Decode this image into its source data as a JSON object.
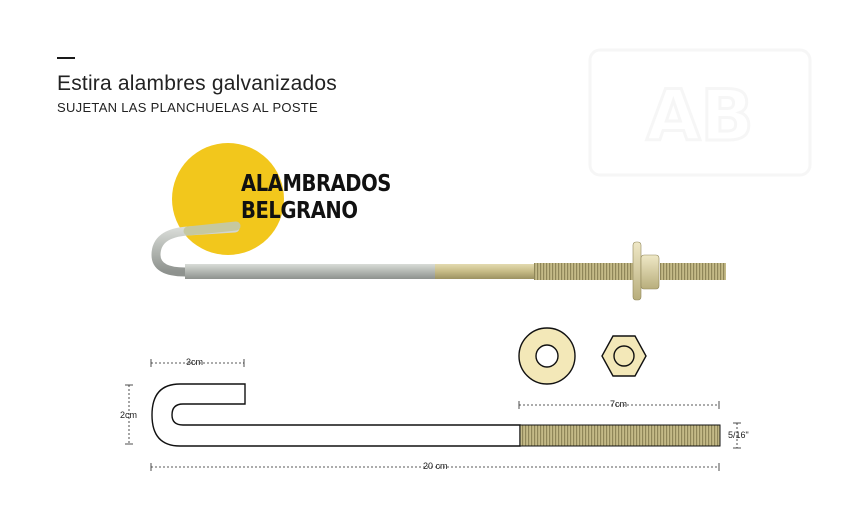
{
  "header": {
    "title": "Estira alambres galvanizados",
    "subtitle": "SUJETAN LAS PLANCHUELAS AL POSTE"
  },
  "brand": {
    "line1": "ALAMBRADOS",
    "line2": "BELGRANO",
    "circle_color": "#f2c71c"
  },
  "dimensions": {
    "hook_width": "3cm",
    "hook_height": "2cm",
    "thread_length": "7cm",
    "diameter": "5/16\"",
    "total_length": "20 cm"
  },
  "icons": [
    "washer-icon",
    "hex-nut-icon",
    "watermark-logo"
  ]
}
